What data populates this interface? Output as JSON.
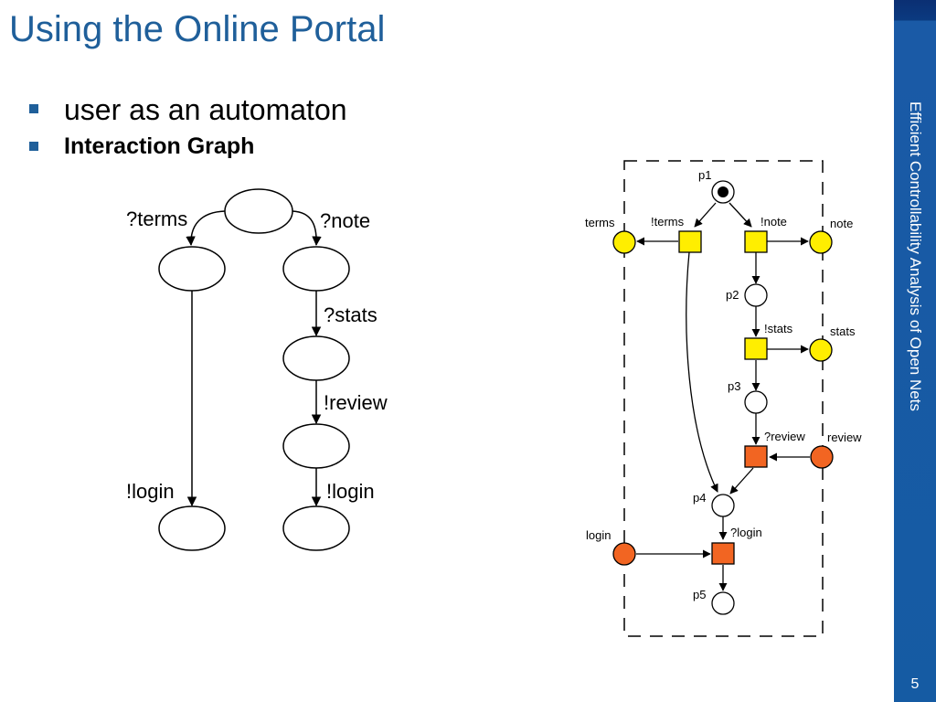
{
  "slide": {
    "title": "Using the Online Portal",
    "bullets": [
      "user as an automaton",
      "Interaction Graph"
    ],
    "sidebar_title": "Efficient Controllability Analysis of Open Nets",
    "page_number": "5"
  },
  "interaction_graph": {
    "edge_labels": [
      "?terms",
      "?note",
      "?stats",
      "!review",
      "!login",
      "!login"
    ]
  },
  "open_net": {
    "places": [
      "p1",
      "p2",
      "p3",
      "p4",
      "p5"
    ],
    "transitions": [
      "!terms",
      "!note",
      "!stats",
      "?review",
      "?login"
    ],
    "interface_places": [
      "terms",
      "note",
      "stats",
      "review",
      "login"
    ],
    "colors": {
      "output_interface": "#ffee00",
      "input_interface": "#f26522",
      "title": "#1f5f9a",
      "sidebar": "#155ba3"
    }
  }
}
